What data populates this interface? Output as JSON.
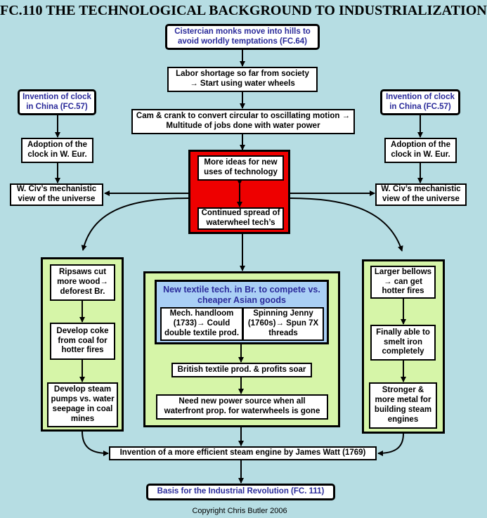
{
  "title": "FC.110 THE TECHNOLOGICAL BACKGROUND TO INDUSTRIALIZATION",
  "top": {
    "monks": "Cistercian monks move into hills to avoid worldly temptations (FC.64)",
    "labor": "Labor shortage so far from society → Start using water wheels",
    "cam": "Cam & crank to convert circular to oscillating motion → Multitude of jobs done with water power"
  },
  "left": {
    "clock_invention": "Invention of clock in China (FC.57)",
    "adoption": "Adoption of the clock in W. Eur.",
    "mechanistic": "W. Civ’s mechanistic view of the universe"
  },
  "right": {
    "clock_invention": "Invention of clock in China (FC.57)",
    "adoption": "Adoption of the clock in W. Eur.",
    "mechanistic": "W. Civ’s mechanistic view of the universe"
  },
  "center": {
    "more_ideas": "More ideas for new uses of technology",
    "continued_spread": "Continued spread of waterwheel tech’s"
  },
  "left_panel": {
    "ripsaws": "Ripsaws cut more wood→ deforest Br.",
    "coke": "Develop coke from coal for hotter fires",
    "steam_pumps": "Develop steam pumps vs. water seepage in coal mines"
  },
  "middle_panel": {
    "textile_title": "New textile tech. in Br. to compete vs. cheaper Asian goods",
    "handloom": "Mech. handloom (1733)→ Could double textile prod.",
    "jenny": "Spinning Jenny (1760s)→ Spun 7X threads",
    "profits": "British textile prod. & profits soar",
    "power_source": "Need new power source when all waterfront prop. for waterwheels is gone"
  },
  "right_panel": {
    "bellows": "Larger bellows → can get hotter fires",
    "smelt": "Finally able to smelt iron completely",
    "stronger": "Stronger & more metal for building steam engines"
  },
  "bottom": {
    "watt": "Invention of a more efficient steam engine by James Watt (1769)",
    "basis": "Basis for the Industrial Revolution (FC. 111)"
  },
  "copyright": "Copyright Chris Butler 2006",
  "colors": {
    "background": "#b6dde3",
    "panel_green": "#d6f5a8",
    "center_red": "#ee0000",
    "textile_blue": "#a9cff5",
    "link_navy": "#2a2a9a"
  }
}
